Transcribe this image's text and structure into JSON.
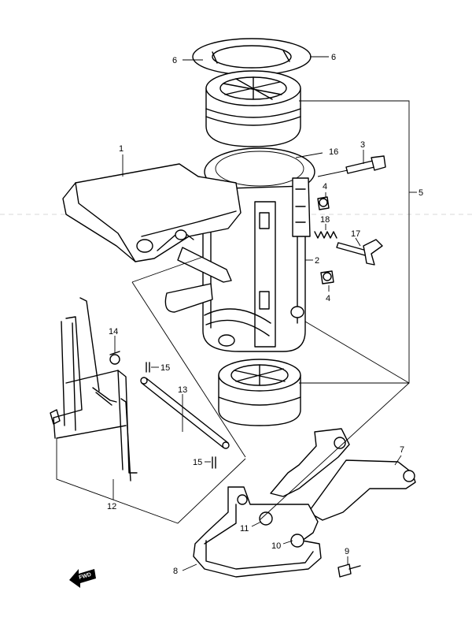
{
  "callouts": [
    {
      "id": "c6a",
      "label": "6"
    },
    {
      "id": "c6b",
      "label": "6"
    },
    {
      "id": "c1",
      "label": "1"
    },
    {
      "id": "c16",
      "label": "16"
    },
    {
      "id": "c3",
      "label": "3"
    },
    {
      "id": "c4a",
      "label": "4"
    },
    {
      "id": "c5",
      "label": "5"
    },
    {
      "id": "c18",
      "label": "18"
    },
    {
      "id": "c17",
      "label": "17"
    },
    {
      "id": "c2",
      "label": "2"
    },
    {
      "id": "c4b",
      "label": "4"
    },
    {
      "id": "c14",
      "label": "14"
    },
    {
      "id": "c15a",
      "label": "15"
    },
    {
      "id": "c13",
      "label": "13"
    },
    {
      "id": "c15b",
      "label": "15"
    },
    {
      "id": "c7",
      "label": "7"
    },
    {
      "id": "c12",
      "label": "12"
    },
    {
      "id": "c11",
      "label": "11"
    },
    {
      "id": "c10",
      "label": "10"
    },
    {
      "id": "c9",
      "label": "9"
    },
    {
      "id": "c8",
      "label": "8"
    }
  ],
  "forward_arrow": {
    "label": "FWD"
  }
}
